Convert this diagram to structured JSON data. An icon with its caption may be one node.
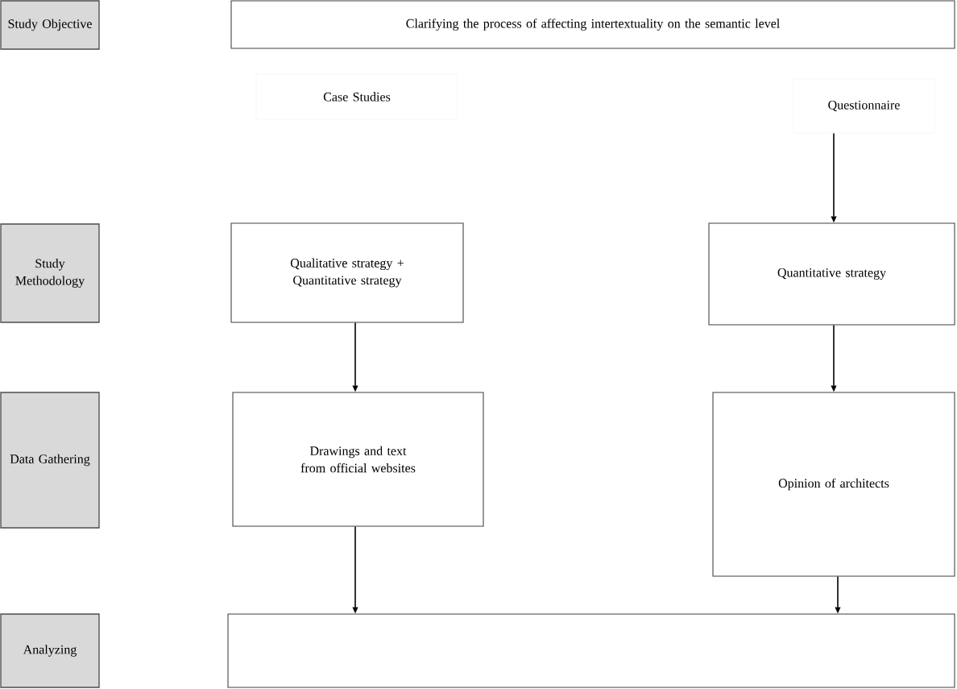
{
  "diagram": {
    "nodes": [
      {
        "text": [
          "Study Objective"
        ]
      },
      {
        "text": [
          "Clarifying the process of affecting intertextuality on the semantic level"
        ]
      },
      {
        "text": [
          "Case Studies"
        ]
      },
      {
        "text": [
          "Questionnaire"
        ]
      },
      {
        "text": [
          "Study Methodology"
        ]
      },
      {
        "text": [
          "Qualitative strategy + Quantitative strategy"
        ]
      },
      {
        "text": [
          "Quantitative strategy"
        ]
      },
      {
        "text": [
          "Data Gathering"
        ]
      },
      {
        "text": [
          "Drawings and text from official websites"
        ]
      },
      {
        "text": [
          "Opinion of architects"
        ]
      },
      {
        "text": [
          "Analyzing"
        ]
      },
      {
        "text": [],
        "shape": "box"
      }
    ],
    "edges": [
      {
        "from": 3,
        "to": 6,
        "arrow": "to"
      },
      {
        "from": 5,
        "to": 8,
        "arrow": "to"
      },
      {
        "from": 6,
        "to": 9,
        "arrow": "to"
      },
      {
        "from": 8,
        "to": 11,
        "arrow": "to"
      },
      {
        "from": 9,
        "to": 11,
        "arrow": "to"
      }
    ]
  }
}
